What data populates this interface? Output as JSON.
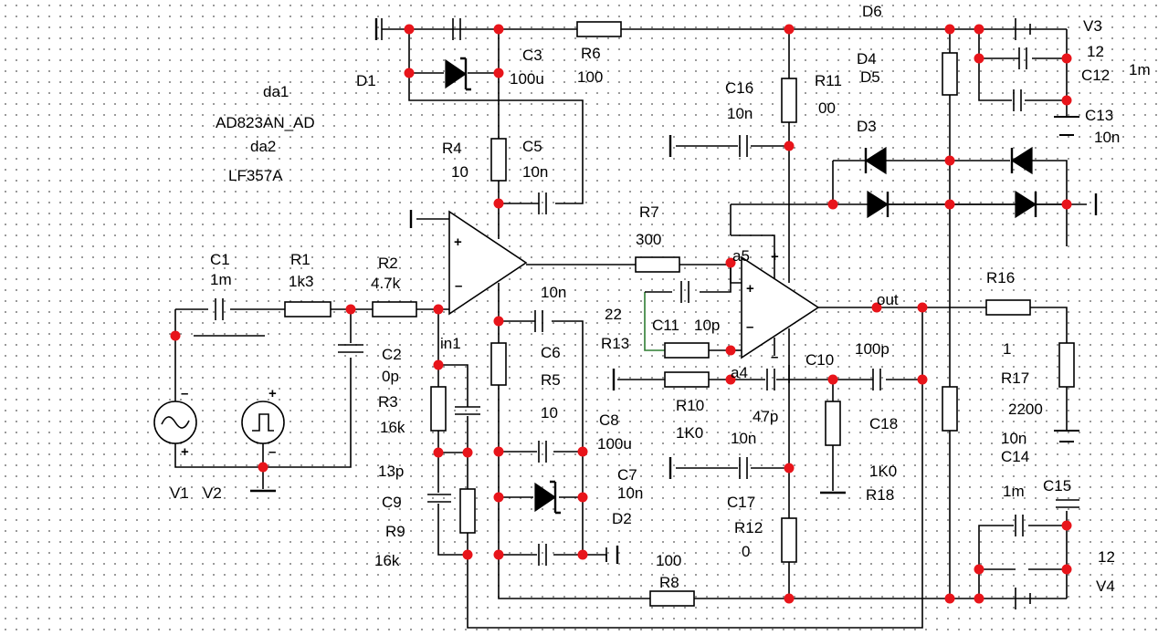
{
  "schematic": {
    "info": {
      "da1": "da1",
      "da1_model": "AD823AN_AD",
      "da2": "da2",
      "da2_model": "LF357A"
    },
    "labels": {
      "D1": "D1",
      "C3": "C3",
      "C3v": "100u",
      "R6": "R6",
      "R6v": "100",
      "D6": "D6",
      "V3": "V3",
      "V3v": "12",
      "C12": "C12",
      "C12v": "1m",
      "C13": "C13",
      "C13v": "10n",
      "C16": "C16",
      "C16v": "10n",
      "R11": "R11",
      "R11v": "00",
      "D4": "D4",
      "D5": "D5",
      "D3": "D3",
      "R4": "R4",
      "R4v": "10",
      "C5": "C5",
      "C5v": "10n",
      "R7": "R7",
      "R7v": "300",
      "a5": "a5",
      "C1": "C1",
      "C1v": "1m",
      "R1": "R1",
      "R1v": "1k3",
      "R2": "R2",
      "R2v": "4.7k",
      "C6v": "10n",
      "C6": "C6",
      "out": "out",
      "R16": "R16",
      "R16v": "1",
      "R17": "R17",
      "R17v": "2200",
      "C11num": "22",
      "C11": "C11",
      "C11v": "10p",
      "R13": "R13",
      "in1": "in1",
      "C2": "C2",
      "C2v": "0p",
      "R3": "R3",
      "R3v": "16k",
      "R5": "R5",
      "R5v": "10",
      "C8": "C8",
      "C8v": "100u",
      "a4": "a4",
      "R10": "R10",
      "R10v": "1K0",
      "C10": "C10",
      "C10v": "100p",
      "C18": "C18",
      "C18v": "47p",
      "C14v": "10n",
      "C14": "C14",
      "C15v": "1m",
      "C15": "C15",
      "C7": "C7",
      "C7v": "10n",
      "C17v": "10n",
      "C17": "C17",
      "R18v": "1K0",
      "R18": "R18",
      "C9v": "13p",
      "C9": "C9",
      "R9": "R9",
      "R9v": "16k",
      "D2": "D2",
      "R12": "R12",
      "R12v": "0",
      "R8v": "100",
      "R8": "R8",
      "V4v": "12",
      "V4": "V4",
      "V1": "V1",
      "V2": "V2"
    }
  }
}
